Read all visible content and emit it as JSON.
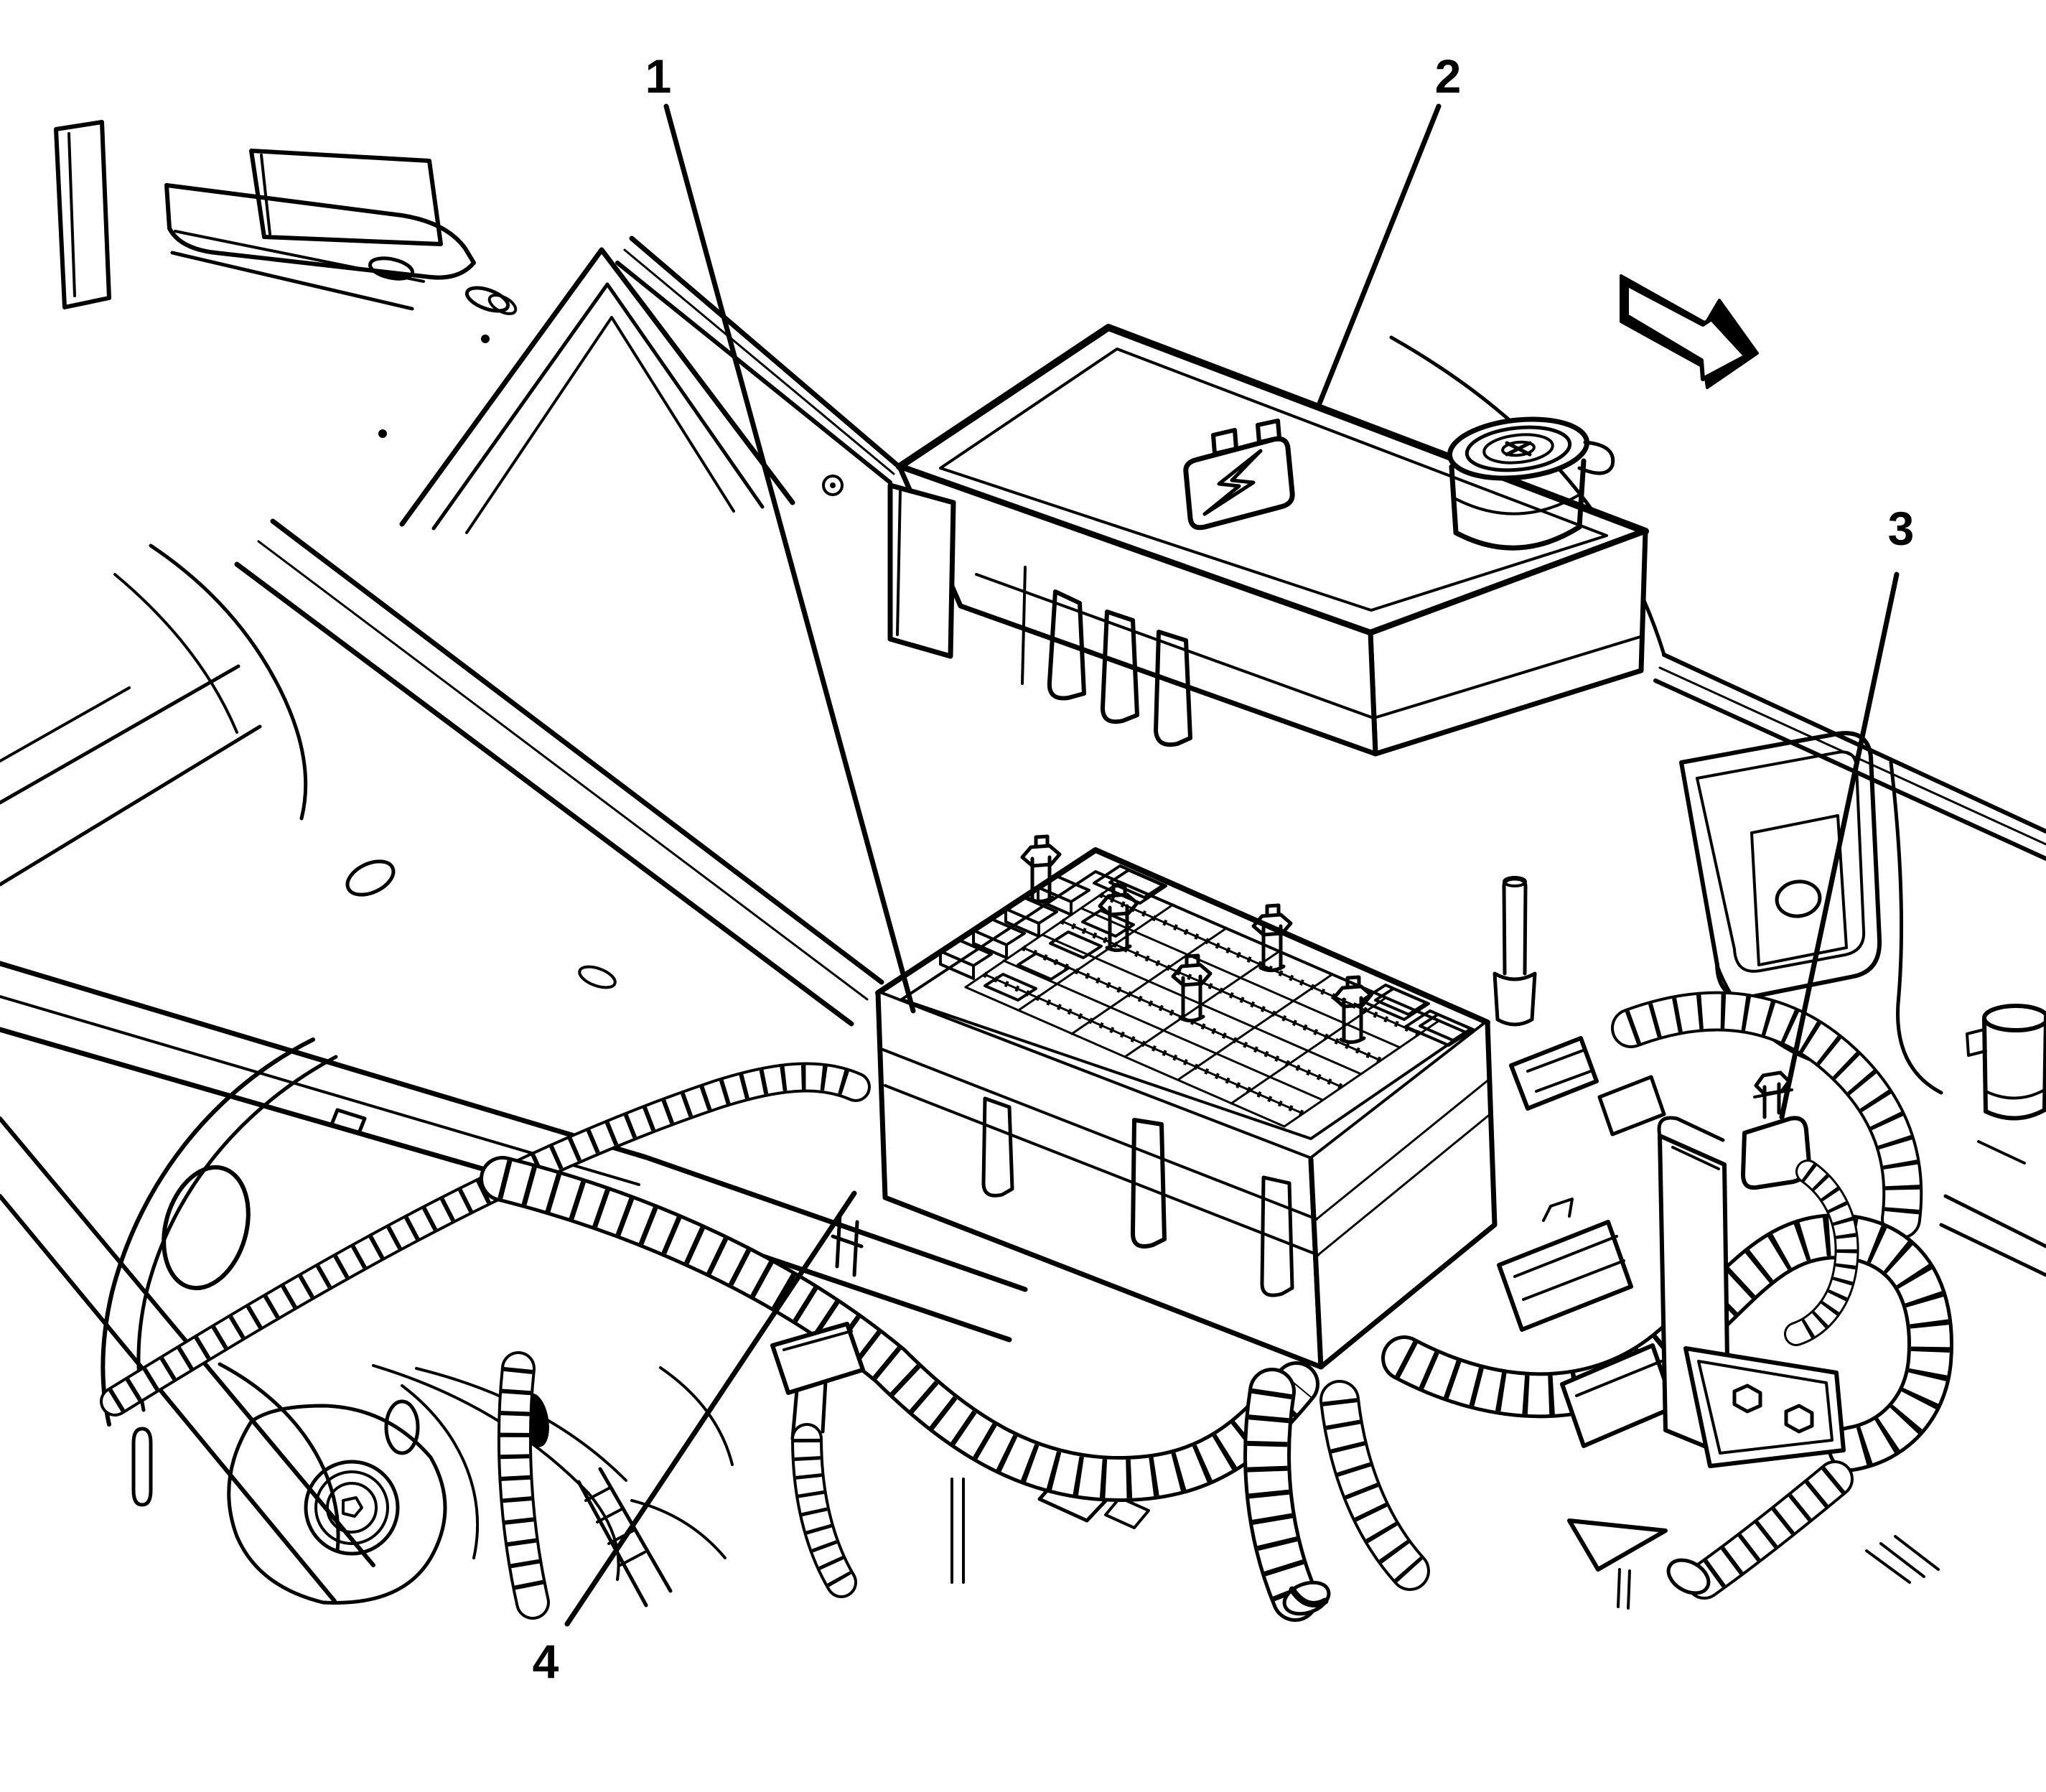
{
  "figure": {
    "kind": "technical-line-illustration",
    "background_color": "#ffffff",
    "line_color": "#000000",
    "callouts": [
      {
        "label": "1"
      },
      {
        "label": "2"
      },
      {
        "label": "3"
      },
      {
        "label": "4"
      }
    ],
    "icons": [
      {
        "name": "direction-arrow-icon",
        "description": "solid 3D block arrow pointing down-right",
        "color": "#000000"
      },
      {
        "name": "battery-lightning-icon",
        "description": "battery symbol with lightning bolt on fuse block cover",
        "color": "#000000"
      }
    ]
  }
}
